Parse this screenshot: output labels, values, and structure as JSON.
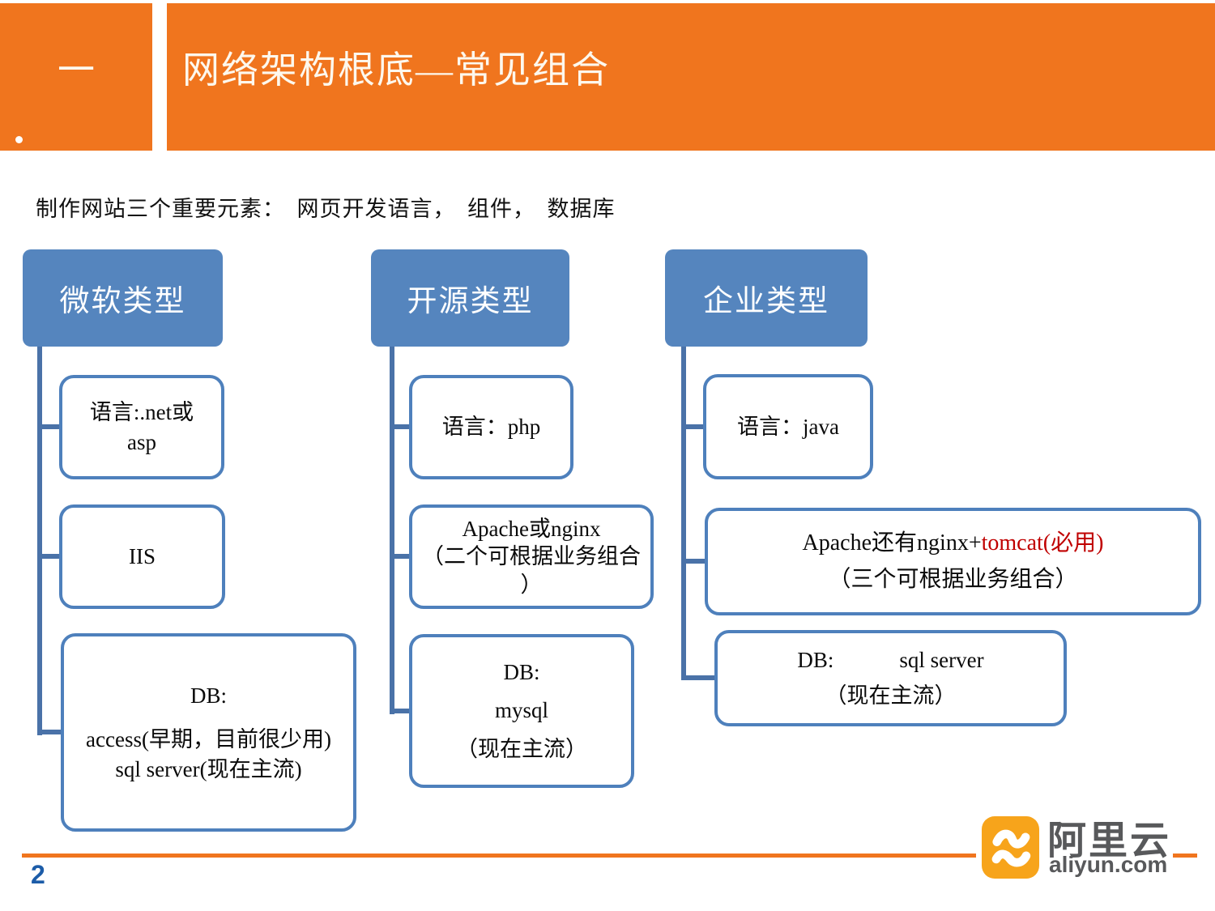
{
  "slide": {
    "section_marker": "一",
    "title": "网络架构根底—常见组合",
    "subtitle": "制作网站三个重要元素：　网页开发语言，　组件，　数据库",
    "page_number": "2"
  },
  "diagram": {
    "columns": [
      {
        "header": "微软类型",
        "boxes": [
          {
            "lines": [
              "语言:.net或",
              "asp"
            ]
          },
          {
            "lines": [
              "IIS"
            ]
          },
          {
            "lines": [
              "DB:",
              "access(早期，目前很少用)",
              "sql server(现在主流)"
            ]
          }
        ]
      },
      {
        "header": "开源类型",
        "boxes": [
          {
            "lines": [
              "语言：php"
            ]
          },
          {
            "lines": [
              "Apache或nginx",
              "（二个可根据业务组合",
              "）"
            ]
          },
          {
            "lines": [
              "DB:",
              "mysql",
              "（现在主流）"
            ]
          }
        ]
      },
      {
        "header": "企业类型",
        "boxes": [
          {
            "lines": [
              "语言：java"
            ]
          },
          {
            "line_main": "Apache还有nginx+",
            "line_red": "tomcat(必用)",
            "line_sub": "（三个可根据业务组合）"
          },
          {
            "lines": [
              "DB:　　　sql server",
              "（现在主流）"
            ]
          }
        ]
      }
    ]
  },
  "logo": {
    "brand": "阿里云",
    "domain": "aliyun.com"
  },
  "colors": {
    "header_orange": "#F0751E",
    "node_fill_blue": "#5585BE",
    "node_border_blue": "#4E80BC",
    "connector_blue": "#4A72A8",
    "highlight_red": "#C00000",
    "page_number_blue": "#1C5CA8",
    "logo_orange": "#F7A41B",
    "logo_gray": "#58595B"
  }
}
